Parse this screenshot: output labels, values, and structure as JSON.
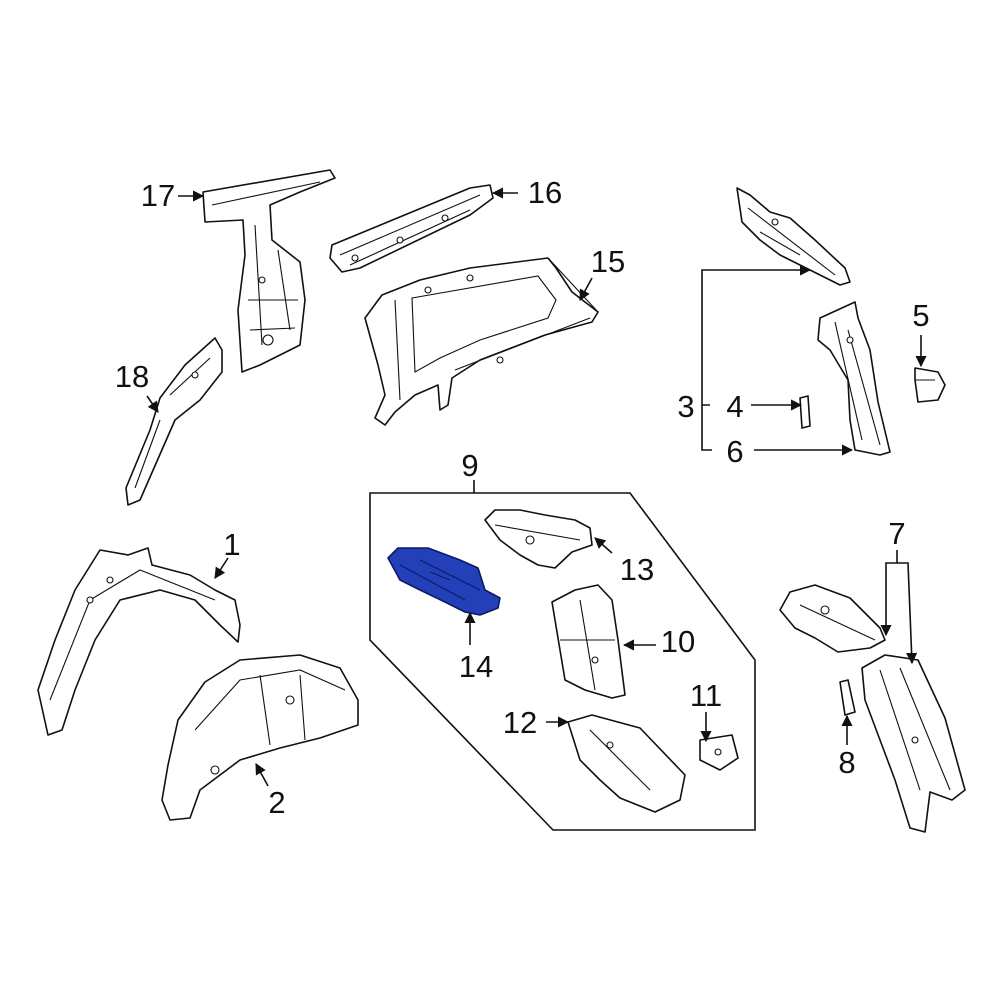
{
  "diagram": {
    "highlight_color": "#2440b8",
    "callouts": [
      {
        "key": "c1",
        "text": "1"
      },
      {
        "key": "c2",
        "text": "2"
      },
      {
        "key": "c3",
        "text": "3"
      },
      {
        "key": "c4",
        "text": "4"
      },
      {
        "key": "c5",
        "text": "5"
      },
      {
        "key": "c6",
        "text": "6"
      },
      {
        "key": "c7",
        "text": "7"
      },
      {
        "key": "c8",
        "text": "8"
      },
      {
        "key": "c9",
        "text": "9"
      },
      {
        "key": "c10",
        "text": "10"
      },
      {
        "key": "c11",
        "text": "11"
      },
      {
        "key": "c12",
        "text": "12"
      },
      {
        "key": "c13",
        "text": "13"
      },
      {
        "key": "c14",
        "text": "14"
      },
      {
        "key": "c15",
        "text": "15"
      },
      {
        "key": "c16",
        "text": "16"
      },
      {
        "key": "c17",
        "text": "17"
      },
      {
        "key": "c18",
        "text": "18"
      }
    ],
    "highlighted_callout": "14"
  }
}
